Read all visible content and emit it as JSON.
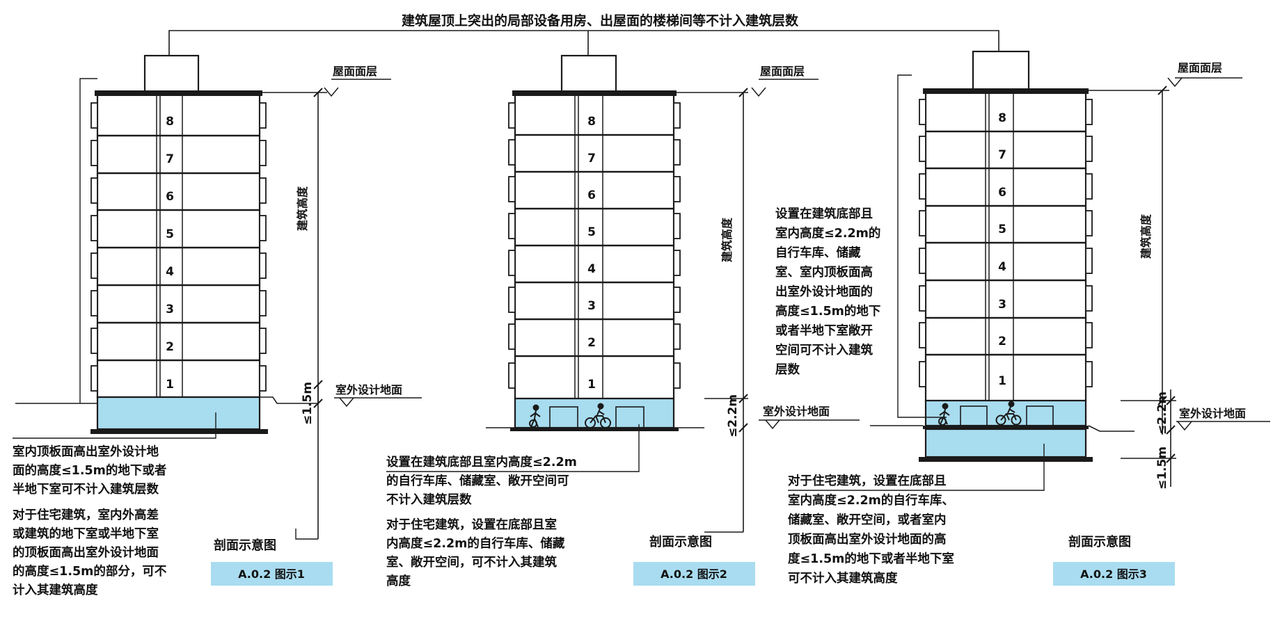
{
  "top_note": "建筑屋顶上突出的局部设备用房、出屋面的楼梯间等不计入建筑层数",
  "floors": [
    "1",
    "2",
    "3",
    "4",
    "5",
    "6",
    "7",
    "8"
  ],
  "colors": {
    "base_fill": "#a8dcef",
    "badge_fill": "#a9dcf0",
    "line": "#1a1a1a"
  },
  "icons": [
    "bicycle-rider-icon",
    "pedestrian-icon"
  ],
  "diagrams": [
    {
      "roof_label": "屋面面层",
      "ground_label": "室外设计地面",
      "height_label": "建筑高度",
      "dim_labels": [
        "≤1.5m"
      ],
      "notes": [
        {
          "lines": [
            "室内顶板面高出室外设计地",
            "面的高度≤1.5m的地下或者",
            "半地下室可不计入建筑层数"
          ]
        },
        {
          "lines": [
            "对于住宅建筑，室内外高差",
            "或建筑的地下室或半地下室",
            "的顶板面高出室外设计地面",
            "的高度≤1.5m的部分，可不",
            "计入其建筑高度"
          ]
        }
      ],
      "caption": "剖面示意图",
      "badge": "A.0.2 图示1"
    },
    {
      "roof_label": "屋面面层",
      "ground_label": "室外设计地面",
      "height_label": "建筑高度",
      "dim_labels": [
        "≤2.2m"
      ],
      "notes": [
        {
          "lines": [
            "设置在建筑底部且室内高度≤2.2m",
            "的自行车库、储藏室、敞开空间可",
            "不计入建筑层数"
          ]
        },
        {
          "lines": [
            "对于住宅建筑，设置在底部且室",
            "内高度≤2.2m的自行车库、储藏",
            "室、敞开空间，可不计入其建筑",
            "高度"
          ]
        }
      ],
      "caption": "剖面示意图",
      "badge": "A.0.2 图示2"
    },
    {
      "roof_label": "屋面面层",
      "ground_label": "室外设计地面",
      "height_label": "建筑高度",
      "dim_labels": [
        "≤2.2m",
        "≤1.5m"
      ],
      "notes": [
        {
          "lines": [
            "设置在建筑底部且",
            "室内高度≤2.2m的",
            "自行车库、储藏",
            "室、室内顶板面高",
            "出室外设计地面的",
            "高度≤1.5m的地下",
            "或者半地下室敞开",
            "空间可不计入建筑",
            "层数"
          ]
        },
        {
          "lines": [
            "对于住宅建筑，设置在底部且",
            "室内高度≤2.2m的自行车库、",
            "储藏室、敞开空间，或者室内",
            "顶板面高出室外设计地面的高",
            "度≤1.5m的地下或者半地下室",
            "可不计入其建筑高度"
          ]
        }
      ],
      "caption": "剖面示意图",
      "badge": "A.0.2 图示3"
    }
  ]
}
